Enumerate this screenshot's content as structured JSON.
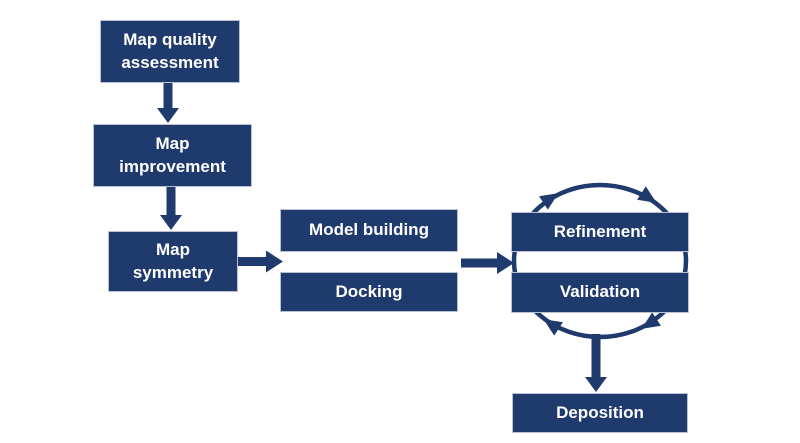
{
  "colors": {
    "primary": "#1f3a6c",
    "text": "#ffffff",
    "background": "#ffffff"
  },
  "boxes": [
    {
      "id": "map-quality-assessment",
      "label": "Map quality\nassessment"
    },
    {
      "id": "map-improvement",
      "label": "Map\nimprovement"
    },
    {
      "id": "map-symmetry",
      "label": "Map\nsymmetry"
    },
    {
      "id": "model-building",
      "label": "Model building"
    },
    {
      "id": "docking",
      "label": "Docking"
    },
    {
      "id": "refinement",
      "label": "Refinement"
    },
    {
      "id": "validation",
      "label": "Validation"
    },
    {
      "id": "deposition",
      "label": "Deposition"
    }
  ],
  "edges": [
    {
      "from": "Map quality assessment",
      "to": "Map improvement"
    },
    {
      "from": "Map improvement",
      "to": "Map symmetry"
    },
    {
      "from": "Map symmetry",
      "to": "Model building / Docking"
    },
    {
      "from": "Model building / Docking",
      "to": "Refinement / Validation"
    },
    {
      "from": "Refinement / Validation",
      "to": "Deposition"
    }
  ],
  "cycle": {
    "nodes": [
      "Refinement",
      "Validation"
    ],
    "direction": "clockwise"
  }
}
